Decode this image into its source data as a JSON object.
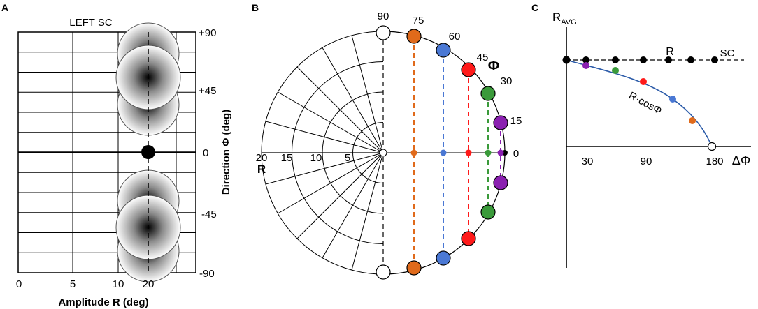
{
  "colors": {
    "orange": "#e06a1b",
    "blue": "#4a78d4",
    "red": "#ff1a1a",
    "green": "#3a9a3a",
    "purple": "#8a1fb0",
    "black": "#000000",
    "white": "#ffffff",
    "curve": "#2a5aa8"
  },
  "panel_a": {
    "label": "A",
    "title": "LEFT SC",
    "x_ticks": [
      "0",
      "5",
      "10",
      "20"
    ],
    "y_ticks": [
      "+90",
      "+45",
      "0",
      "-45",
      "-90"
    ],
    "xlabel": "Amplitude R (deg)",
    "ylabel": "Direction Φ (deg)"
  },
  "panel_b": {
    "label": "B",
    "angle_ticks": [
      "90",
      "75",
      "60",
      "45",
      "30",
      "15",
      "0"
    ],
    "phi": "Φ",
    "radius_ticks": [
      "20",
      "15",
      "10",
      "5"
    ],
    "r_label": "R"
  },
  "panel_c": {
    "label": "C",
    "ylabel_main": "R",
    "ylabel_sub": "AVG",
    "r_label": "R",
    "sc_label": "SC",
    "curve_label": "R·cosΦ",
    "x_ticks": [
      "30",
      "90",
      "180"
    ],
    "xlabel": "ΔΦ"
  }
}
